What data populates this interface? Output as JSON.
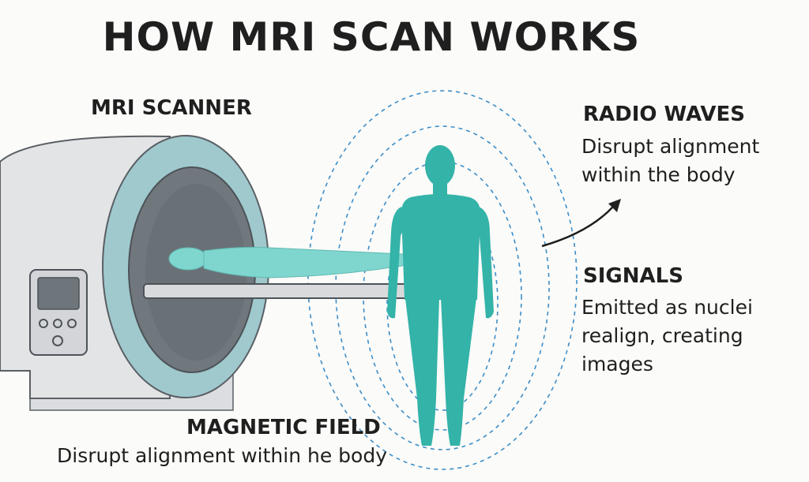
{
  "title": "HOW MRI SCAN WORKS",
  "labels": {
    "scanner": "MRI SCANNER",
    "radio_waves": {
      "heading": "RADIO WAVES",
      "line1": "Disrupt alignment",
      "line2": "within the body"
    },
    "signals": {
      "heading": "SIGNALS",
      "line1": "Emitted as nuclei",
      "line2": "realign, creating",
      "line3": "images"
    },
    "magnetic_field": {
      "heading": "MAGNETIC FIELD",
      "desc": "Disrupt alignment within he body"
    }
  },
  "colors": {
    "teal": "#34b3a8",
    "patient": "#7fd6cf",
    "scanner_body": "#e3e4e6",
    "scanner_ring": "#9fc9cd",
    "bore": "#71787d",
    "field_lines": "#3d8ec9",
    "text": "#1f1f1f"
  }
}
